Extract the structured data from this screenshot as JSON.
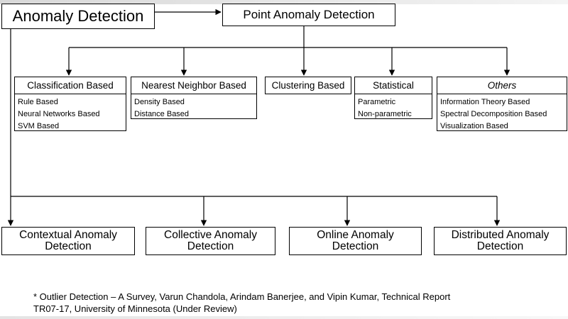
{
  "root": {
    "label": "Anomaly Detection"
  },
  "point": {
    "label": "Point Anomaly Detection"
  },
  "categories": [
    {
      "label": "Classification Based",
      "items": [
        "Rule Based",
        "Neural Networks Based",
        "SVM Based"
      ]
    },
    {
      "label": "Nearest Neighbor Based",
      "items": [
        "Density Based",
        "Distance Based"
      ]
    },
    {
      "label": "Clustering Based",
      "items": []
    },
    {
      "label": "Statistical",
      "items": [
        "Parametric",
        "Non-parametric"
      ]
    },
    {
      "label": "Others",
      "items": [
        "Information Theory Based",
        "Spectral Decomposition Based",
        "Visualization Based"
      ]
    }
  ],
  "bottom": [
    {
      "label": "Contextual Anomaly Detection"
    },
    {
      "label": "Collective Anomaly Detection"
    },
    {
      "label": "Online Anomaly Detection"
    },
    {
      "label": "Distributed Anomaly Detection"
    }
  ],
  "footnote": {
    "line1": "* Outlier Detection – A Survey, Varun Chandola, Arindam Banerjee, and Vipin Kumar, Technical Report",
    "line2": "TR07-17, University of Minnesota (Under Review)"
  }
}
